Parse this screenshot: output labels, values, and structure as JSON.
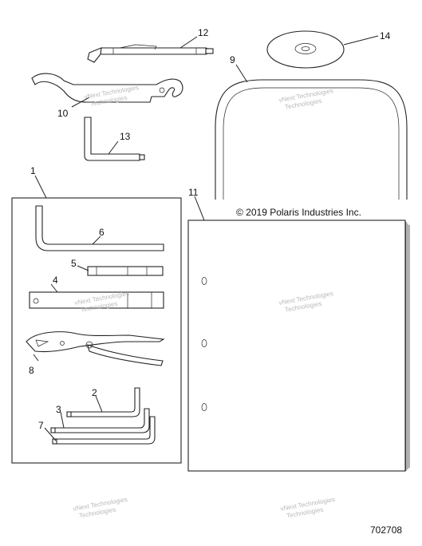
{
  "diagram": {
    "copyright": "© 2019 Polaris Industries Inc.",
    "figure_number": "702708",
    "watermark_line1": "vNext Technologies",
    "watermark_line2": "Technologies",
    "callouts": {
      "c1": "1",
      "c2": "2",
      "c3": "3",
      "c4": "4",
      "c5": "5",
      "c6": "6",
      "c7": "7",
      "c8": "8",
      "c9": "9",
      "c10": "10",
      "c11": "11",
      "c12": "12",
      "c13": "13",
      "c14": "14"
    },
    "parts": [
      {
        "ref": "1",
        "icon": "tool-kit-box"
      },
      {
        "ref": "2",
        "icon": "hex-key-small"
      },
      {
        "ref": "3",
        "icon": "hex-key-medium"
      },
      {
        "ref": "4",
        "icon": "spark-plug-socket"
      },
      {
        "ref": "5",
        "icon": "screwdriver-bit"
      },
      {
        "ref": "6",
        "icon": "hex-key-large"
      },
      {
        "ref": "7",
        "icon": "hex-key-long"
      },
      {
        "ref": "8",
        "icon": "pliers"
      },
      {
        "ref": "9",
        "icon": "storage-pouch"
      },
      {
        "ref": "10",
        "icon": "spanner-wrench"
      },
      {
        "ref": "11",
        "icon": "owners-manual"
      },
      {
        "ref": "12",
        "icon": "tire-gauge"
      },
      {
        "ref": "13",
        "icon": "l-key"
      },
      {
        "ref": "14",
        "icon": "cd-disc"
      }
    ]
  }
}
